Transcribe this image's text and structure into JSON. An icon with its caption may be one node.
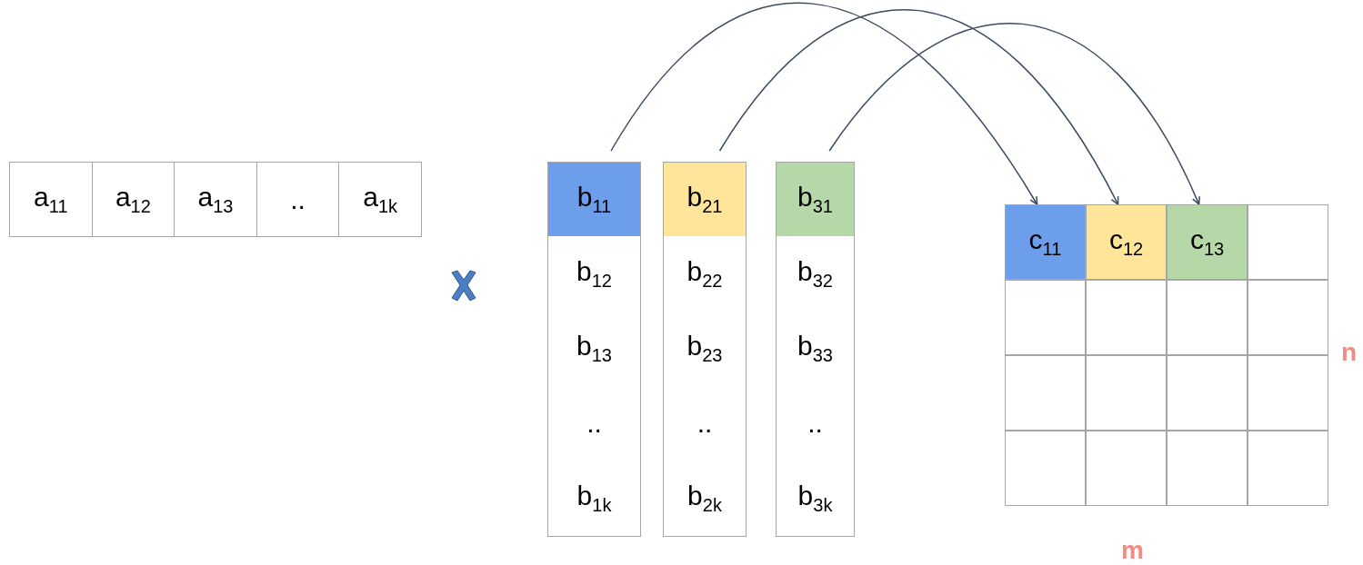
{
  "diagram": {
    "nodes": [
      {
        "text": [
          "a$_{11}$"
        ]
      },
      {
        "text": [
          "a$_{12}$"
        ]
      },
      {
        "text": [
          "a$_{13}$"
        ]
      },
      {
        "text": [
          ".."
        ]
      },
      {
        "text": [
          "a$_{1k}$"
        ]
      },
      {
        "text": [
          "b$_{11}$"
        ]
      },
      {
        "text": [
          "b$_{12}$"
        ]
      },
      {
        "text": [
          "b$_{13}$"
        ]
      },
      {
        "text": [
          ".."
        ]
      },
      {
        "text": [
          "b$_{1k}$"
        ]
      },
      {
        "text": [
          "b$_{21}$"
        ]
      },
      {
        "text": [
          "b$_{22}$"
        ]
      },
      {
        "text": [
          "b$_{23}$"
        ]
      },
      {
        "text": [
          ".."
        ]
      },
      {
        "text": [
          "b$_{2k}$"
        ]
      },
      {
        "text": [
          "b$_{31}$"
        ]
      },
      {
        "text": [
          "b$_{32}$"
        ]
      },
      {
        "text": [
          "b$_{33}$"
        ]
      },
      {
        "text": [
          ".."
        ]
      },
      {
        "text": [
          "b$_{3k}$"
        ]
      },
      {
        "text": [
          "c$_{11}$"
        ]
      },
      {
        "text": [
          "c$_{12}$"
        ]
      },
      {
        "text": [
          "c$_{13}$"
        ]
      },
      {
        "text": [],
        "shape": "box"
      },
      {
        "text": [],
        "shape": "box"
      },
      {
        "text": [],
        "shape": "box"
      },
      {
        "text": [],
        "shape": "box"
      },
      {
        "text": [],
        "shape": "box"
      },
      {
        "text": [],
        "shape": "box"
      },
      {
        "text": [],
        "shape": "box"
      },
      {
        "text": [],
        "shape": "box"
      },
      {
        "text": [],
        "shape": "box"
      },
      {
        "text": [],
        "shape": "box"
      },
      {
        "text": [],
        "shape": "box"
      },
      {
        "text": [],
        "shape": "box"
      },
      {
        "text": [],
        "shape": "box"
      }
    ],
    "edges": [
      {
        "from": 5,
        "to": 20,
        "arrow": "to"
      },
      {
        "from": 10,
        "to": 21,
        "arrow": "to"
      },
      {
        "from": 15,
        "to": 22,
        "arrow": "to"
      }
    ],
    "labels": [
      "n",
      "m"
    ]
  }
}
